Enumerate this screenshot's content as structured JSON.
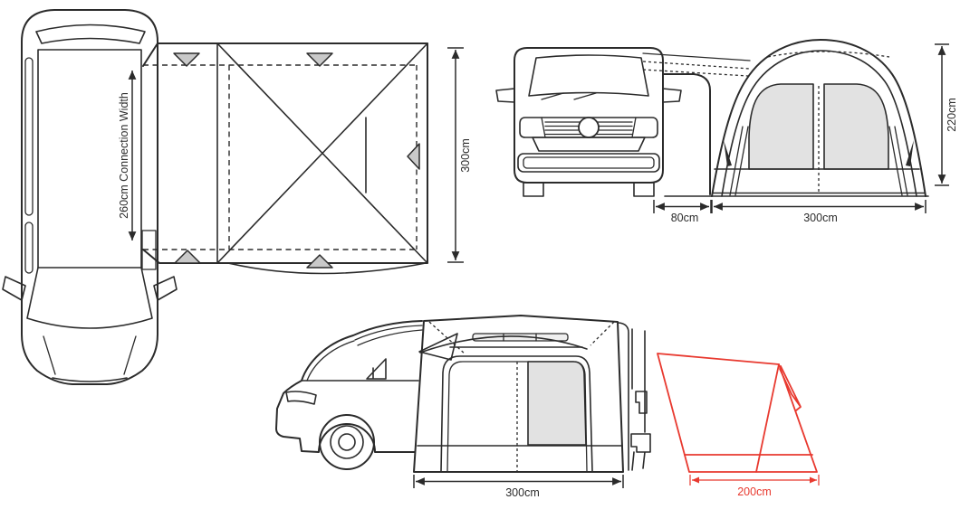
{
  "diagram": {
    "background": "#ffffff",
    "colors": {
      "line": "#2b2b2b",
      "window_fill": "#e2e2e2",
      "peg_fill": "#c9c9c9",
      "accent_red": "#e8392f"
    },
    "plan_view": {
      "connection_width_label": "260cm Connection Width",
      "depth_label": "300cm"
    },
    "front_view": {
      "tunnel_width_label": "80cm",
      "awning_width_label": "300cm",
      "height_label": "220cm"
    },
    "side_view": {
      "awning_width_label": "300cm",
      "canopy_width_label": "200cm"
    }
  }
}
